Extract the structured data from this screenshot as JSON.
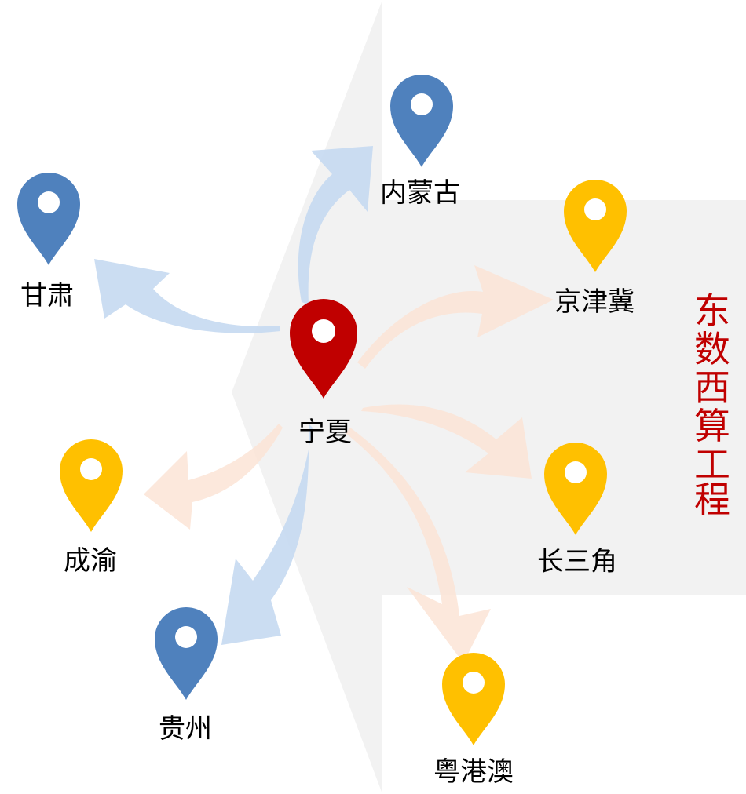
{
  "title": {
    "chars": [
      "东",
      "数",
      "西",
      "算",
      "工",
      "程"
    ],
    "color": "#c00000"
  },
  "colors": {
    "blue_pin": "#4f81bd",
    "yellow_pin": "#ffc000",
    "red_pin": "#c00000",
    "blue_arrow": "#c5d9f1",
    "orange_arrow": "#fce4d6",
    "background_band": "#f2f2f2"
  },
  "center": {
    "label": "宁夏",
    "icon": "map-pin-icon"
  },
  "west_nodes": [
    {
      "id": "neimenggu",
      "label": "内蒙古",
      "icon": "map-pin-icon",
      "color": "blue"
    },
    {
      "id": "gansu",
      "label": "甘肃",
      "icon": "map-pin-icon",
      "color": "blue"
    },
    {
      "id": "chengyu",
      "label": "成渝",
      "icon": "map-pin-icon",
      "color": "yellow"
    },
    {
      "id": "guizhou",
      "label": "贵州",
      "icon": "map-pin-icon",
      "color": "blue"
    }
  ],
  "east_nodes": [
    {
      "id": "jingjinji",
      "label": "京津冀",
      "icon": "map-pin-icon",
      "color": "yellow"
    },
    {
      "id": "changsanjiao",
      "label": "长三角",
      "icon": "map-pin-icon",
      "color": "yellow"
    },
    {
      "id": "yuegangao",
      "label": "粤港澳",
      "icon": "map-pin-icon",
      "color": "yellow"
    }
  ]
}
